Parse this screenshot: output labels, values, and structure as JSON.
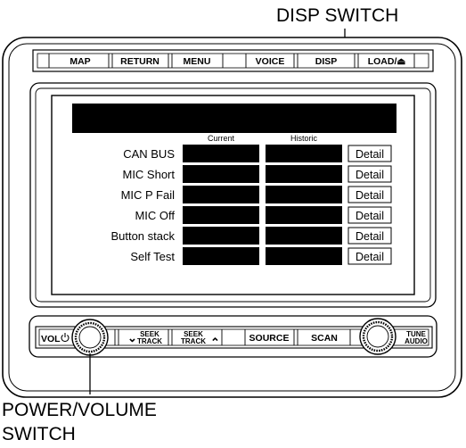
{
  "callouts": {
    "top": "DISP SWITCH",
    "bottom_line1": "POWER/VOLUME",
    "bottom_line2": "SWITCH"
  },
  "top_buttons": [
    "MAP",
    "RETURN",
    "MENU",
    "VOICE",
    "DISP",
    "LOAD/⏏"
  ],
  "screen": {
    "col_current": "Current",
    "col_historic": "Historic",
    "detail_label": "Detail",
    "rows": [
      "CAN BUS",
      "MIC Short",
      "MIC P Fail",
      "MIC Off",
      "Button stack",
      "Self Test"
    ]
  },
  "bottom_controls": {
    "vol": "VOL",
    "power_icon": "power-icon",
    "seek_down_arrow": "⌄",
    "seek_up_arrow": "⌃",
    "seek_label_top": "SEEK",
    "seek_label_bottom": "TRACK",
    "source": "SOURCE",
    "scan": "SCAN",
    "tune_top": "TUNE",
    "tune_bottom": "AUDIO"
  }
}
